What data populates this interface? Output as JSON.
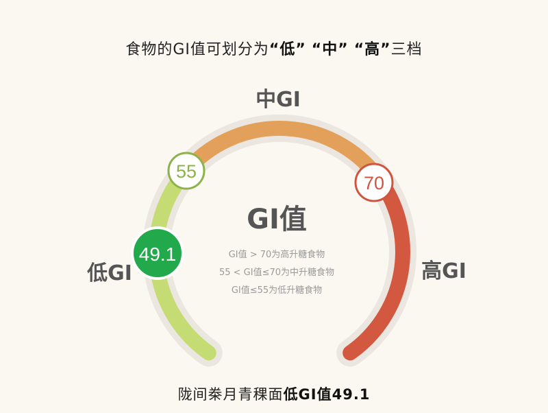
{
  "heading": {
    "prefix": "食物的GI值可划分为",
    "level_low": "“低”",
    "level_mid": "“中”",
    "level_high": "“高”",
    "suffix": "三档"
  },
  "gauge": {
    "center_title": "GI值",
    "label_mid": "中GI",
    "label_low": "低GI",
    "label_high": "高GI",
    "marker_low_threshold": "55",
    "marker_high_threshold": "70",
    "marker_value": "49.1",
    "rules": [
      "GI值 > 70为高升糖食物",
      "55 < GI值≤70为中升糖食物",
      "GI值≤55为低升糖食物"
    ],
    "colors": {
      "track": "#ebe6df",
      "low": "#c5dc74",
      "mid": "#e3a05a",
      "high": "#d35840",
      "value_marker": "#22a94b",
      "low_marker_ring": "#8cb34a",
      "high_marker_ring": "#cf5540"
    }
  },
  "footer": {
    "prefix": "陇间桊月青稞面",
    "highlight": "低GI值49.1"
  }
}
